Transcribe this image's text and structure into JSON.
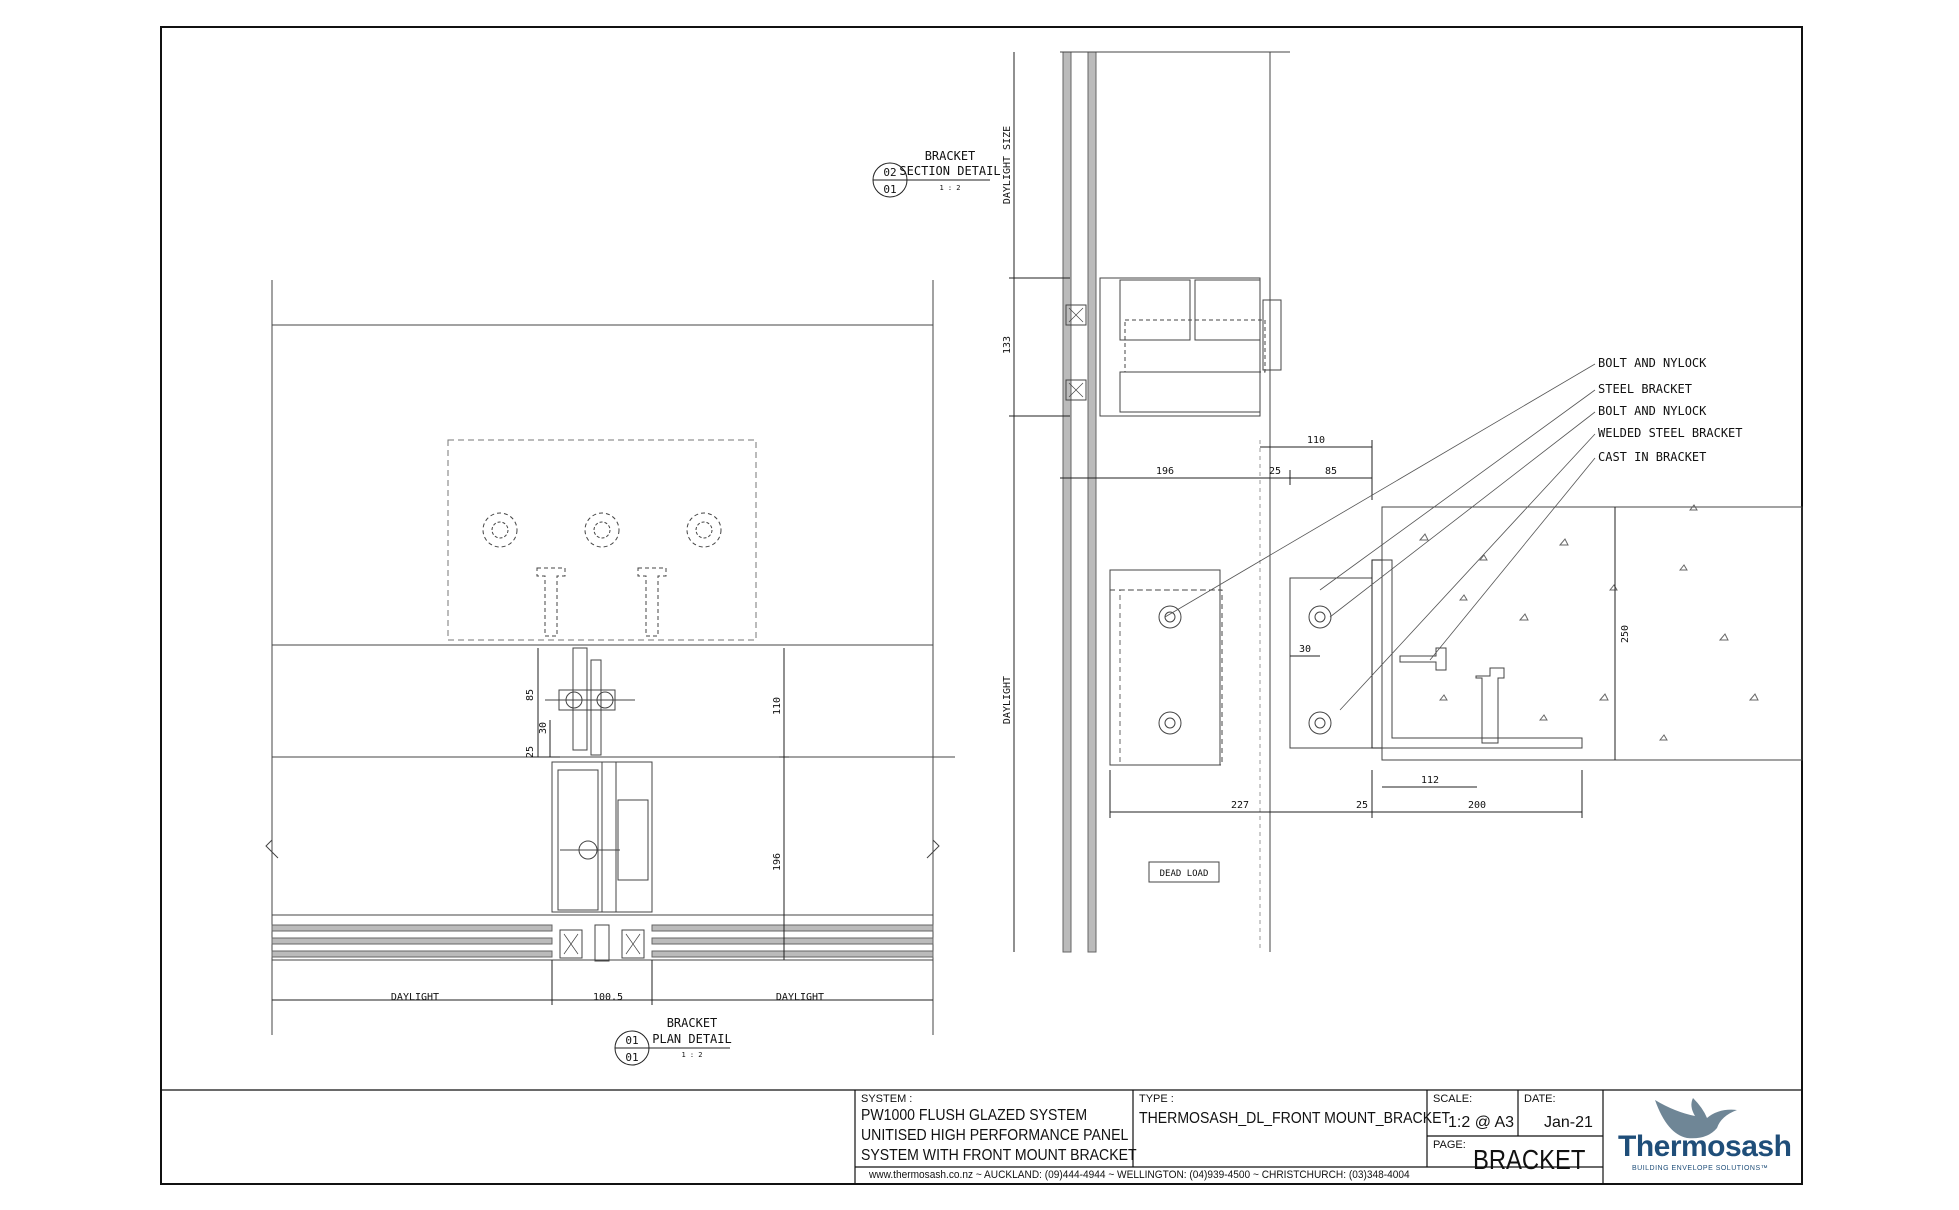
{
  "plan_detail": {
    "number": "01",
    "sheet": "01",
    "title_line1": "BRACKET",
    "title_line2": "PLAN DETAIL",
    "scale": "1 : 2",
    "dimensions": {
      "daylight_left": "DAYLIGHT",
      "mullion_width": "100.5",
      "daylight_right": "DAYLIGHT",
      "d85": "85",
      "d30": "30",
      "d25": "25",
      "d110": "110",
      "d196": "196"
    }
  },
  "section_detail": {
    "number": "02",
    "sheet": "01",
    "title_line1": "BRACKET",
    "title_line2": "SECTION DETAIL",
    "scale": "1 : 2",
    "dimensions": {
      "daylight_size": "DAYLIGHT SIZE",
      "d133": "133",
      "daylight": "DAYLIGHT",
      "d110": "110",
      "d196": "196",
      "d25_top": "25",
      "d85": "85",
      "d30": "30",
      "d250": "250",
      "d112": "112",
      "d227": "227",
      "d25_bottom": "25",
      "d200": "200"
    },
    "dead_load": "DEAD LOAD",
    "callouts": [
      "BOLT AND NYLOCK",
      "STEEL BRACKET",
      "BOLT AND NYLOCK",
      "WELDED STEEL BRACKET",
      "CAST IN BRACKET"
    ]
  },
  "title_block": {
    "system_label": "SYSTEM :",
    "system_lines": [
      "PW1000 FLUSH GLAZED SYSTEM",
      "UNITISED HIGH PERFORMANCE PANEL",
      "SYSTEM WITH FRONT MOUNT BRACKET"
    ],
    "type_label": "TYPE :",
    "type_value": "THERMOSASH_DL_FRONT MOUNT_BRACKET",
    "scale_label": "SCALE:",
    "scale_value": "1:2 @ A3",
    "date_label": "DATE:",
    "date_value": "Jan-21",
    "page_label": "PAGE:",
    "page_value": "BRACKET",
    "footer": "www.thermosash.co.nz  ~  AUCKLAND: (09)444-4944  ~  WELLINGTON: (04)939-4500  ~  CHRISTCHURCH: (03)348-4004",
    "logo_name": "Thermosash",
    "logo_tagline": "BUILDING ENVELOPE SOLUTIONS™",
    "logo_color": "#1f4e79",
    "logo_bird_color": "#6f8696"
  }
}
